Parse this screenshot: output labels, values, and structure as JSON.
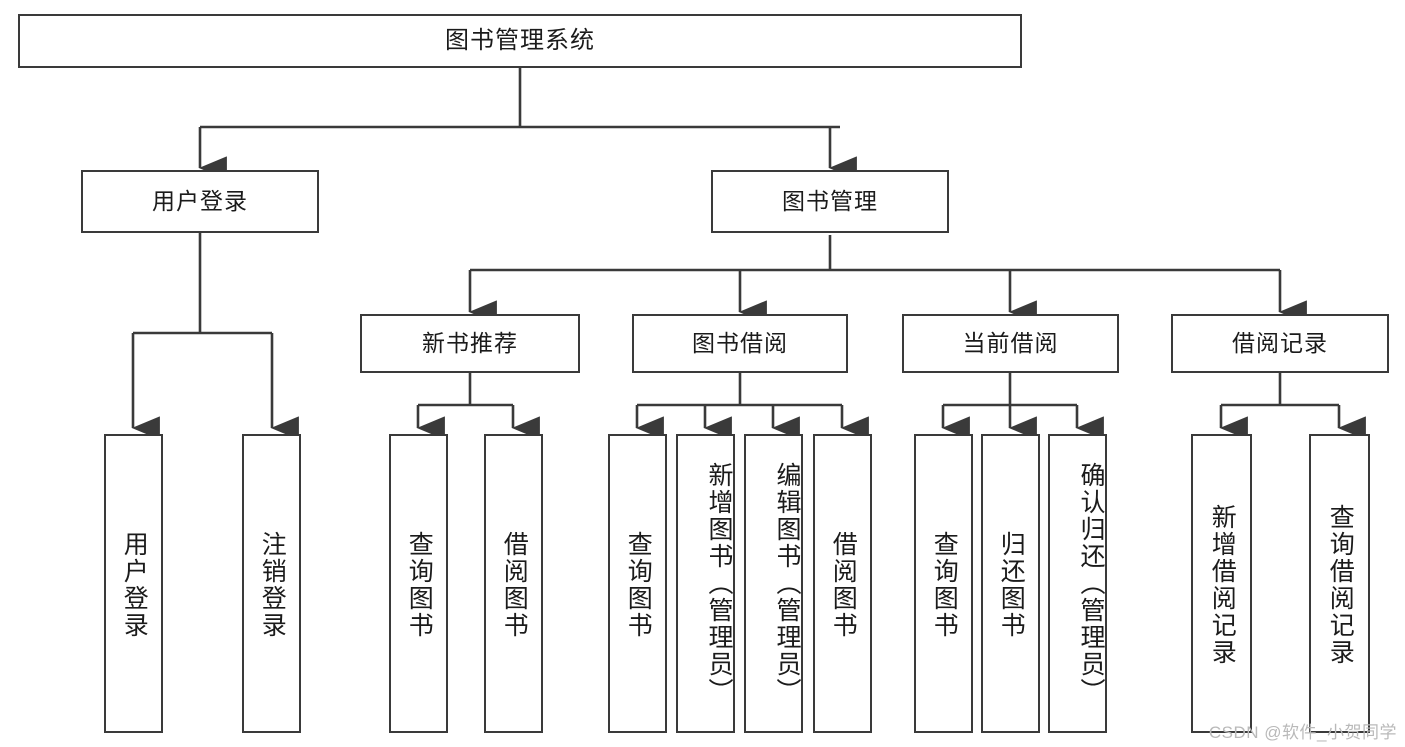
{
  "diagram": {
    "title": "图书管理系统",
    "watermark": "CSDN @软件_小贺同学",
    "level1": {
      "label": "图书管理系统"
    },
    "level2": [
      {
        "label": "用户登录"
      },
      {
        "label": "图书管理"
      }
    ],
    "level3": [
      {
        "label": "新书推荐"
      },
      {
        "label": "图书借阅"
      },
      {
        "label": "当前借阅"
      },
      {
        "label": "借阅记录"
      }
    ],
    "leaves": {
      "user_login": [
        {
          "label": "用户登录"
        },
        {
          "label": "注销登录"
        }
      ],
      "new_book_recommend": [
        {
          "label": "查询图书"
        },
        {
          "label": "借阅图书"
        }
      ],
      "book_borrow": [
        {
          "label": "查询图书"
        },
        {
          "label": "新增图书（管理员）"
        },
        {
          "label": "编辑图书（管理员）"
        },
        {
          "label": "借阅图书"
        }
      ],
      "current_borrow": [
        {
          "label": "查询图书"
        },
        {
          "label": "归还图书"
        },
        {
          "label": "确认归还（管理员）"
        }
      ],
      "borrow_record": [
        {
          "label": "新增借阅记录"
        },
        {
          "label": "查询借阅记录"
        }
      ]
    },
    "colors": {
      "stroke": "#3a3a3a",
      "text": "#1b1b1b",
      "background": "#ffffff",
      "watermark": "#b9b9b9"
    }
  }
}
